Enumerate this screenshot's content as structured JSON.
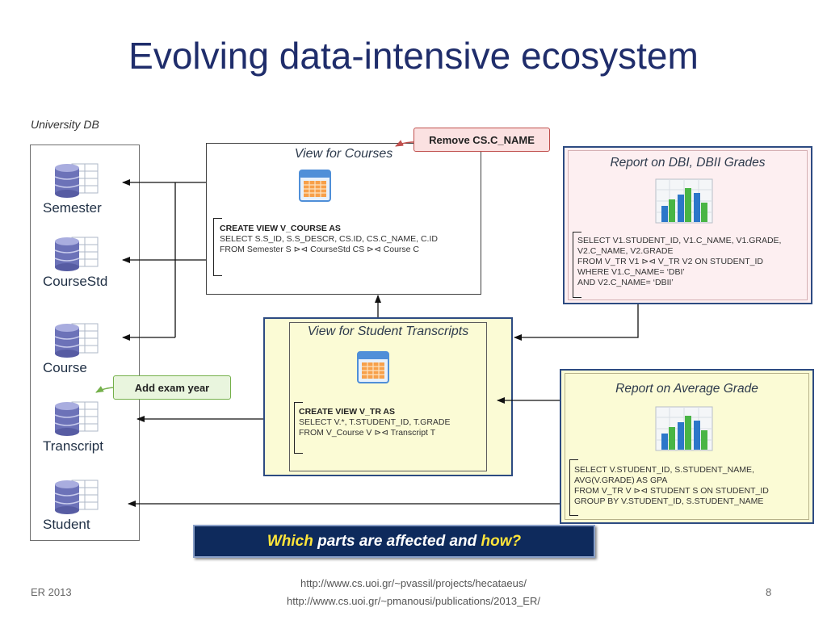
{
  "title": "Evolving data-intensive ecosystem",
  "db": {
    "caption": "University DB",
    "tables": [
      "Semester",
      "CourseStd",
      "Course",
      "Transcript",
      "Student"
    ]
  },
  "view_courses": {
    "title": "View for Courses",
    "sql": [
      "CREATE VIEW V_COURSE AS",
      "SELECT S.S_ID, S.S_DESCR, CS.ID, CS.C_NAME, C.ID",
      "FROM Semester S ⊳⊲ CourseStd CS ⊳⊲  Course C"
    ]
  },
  "remove_callout": "Remove CS.C_NAME",
  "report_dbi": {
    "title": "Report on DBI, DBII Grades",
    "sql": [
      "SELECT V1.STUDENT_ID, V1.C_NAME, V1.GRADE,",
      "V2.C_NAME, V2.GRADE",
      "FROM V_TR V1 ⊳⊲ V_TR V2 ON STUDENT_ID",
      "WHERE V1.C_NAME= ‘DBI’",
      "AND V2.C_NAME= ‘DBII’"
    ]
  },
  "view_transcripts": {
    "title": "View for Student Transcripts",
    "sql": [
      "CREATE VIEW V_TR AS",
      "SELECT V.*, T.STUDENT_ID, T.GRADE",
      "FROM V_Course V ⊳⊲ Transcript T"
    ]
  },
  "add_callout": "Add exam year",
  "report_avg": {
    "title": "Report on Average Grade",
    "sql": [
      "SELECT V.STUDENT_ID, S.STUDENT_NAME,",
      "AVG(V.GRADE) AS GPA",
      "FROM V_TR V ⊳⊲ STUDENT S ON STUDENT_ID",
      "GROUP BY V.STUDENT_ID, S.STUDENT_NAME"
    ]
  },
  "question": {
    "w1": "Which",
    "mid": " parts are affected and ",
    "w2": "how?"
  },
  "footer": {
    "left": "ER 2013",
    "url1": "http://www.cs.uoi.gr/~pvassil/projects/hecataeus/",
    "url2": "http://www.cs.uoi.gr/~pmanousi/publications/2013_ER/",
    "page": "8"
  },
  "colors": {
    "title": "#1f2d6b",
    "frame_blue": "#2d4b82",
    "yellow_fill": "#fbfbd5",
    "pink_fill": "#fdeff1"
  }
}
